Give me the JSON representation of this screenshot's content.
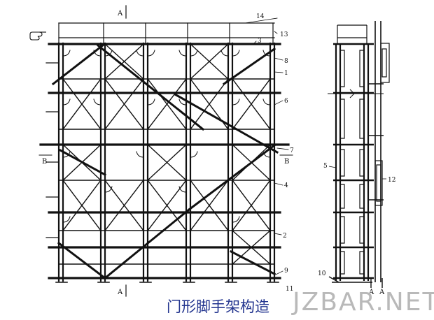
{
  "caption": "门形脚手架构造",
  "watermark": "JZBAR.NET",
  "section_labels": {
    "a_top": "A",
    "a_bottom": "A",
    "a_right_1": "A",
    "a_right_2": "A",
    "b_left": "B",
    "b_right": "B"
  },
  "callouts": {
    "n1": "1",
    "n2": "2",
    "n3": "3",
    "n4": "4",
    "n5": "5",
    "n6": "6",
    "n7": "7",
    "n8": "8",
    "n9": "9",
    "n10": "10",
    "n11": "11",
    "n12": "12",
    "n13": "13",
    "n14": "14"
  },
  "colors": {
    "line": "#111111",
    "caption": "#23358f",
    "watermark": "#b9b9b9",
    "background": "#ffffff"
  },
  "icons": {
    "pointer": "pointing-hand-icon"
  }
}
